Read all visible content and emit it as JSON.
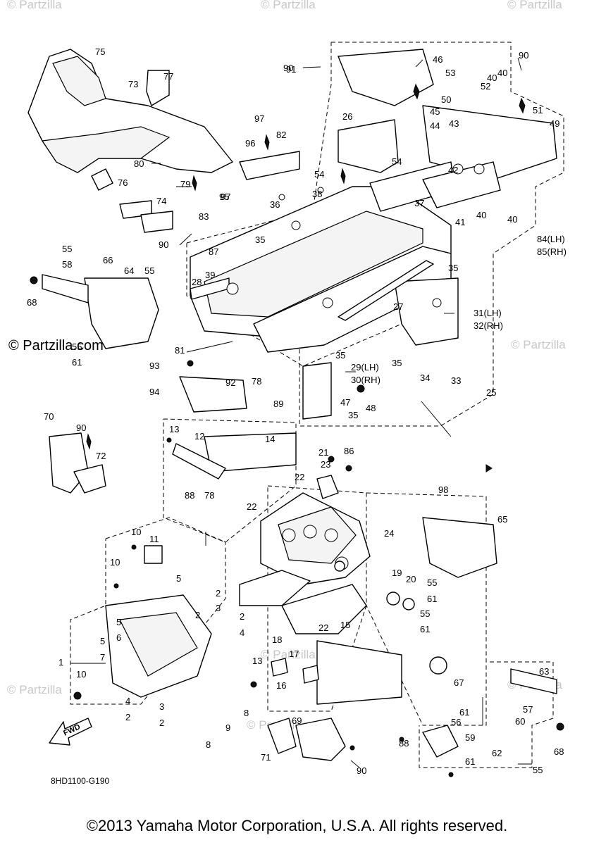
{
  "copyright": "©2013 Yamaha Motor Corporation, U.S.A. All rights reserved.",
  "diagram_code": "8HD1100-G190",
  "watermark_main": "© Partzilla.com",
  "watermark_faint": "© Partzilla",
  "fwd_label": "FWD",
  "callouts": [
    "1",
    "2",
    "3",
    "4",
    "5",
    "6",
    "7",
    "8",
    "9",
    "10",
    "11",
    "12",
    "13",
    "14",
    "15",
    "16",
    "17",
    "18",
    "19",
    "20",
    "21",
    "22",
    "23",
    "24",
    "25",
    "26",
    "27",
    "28",
    "29(LH)",
    "30(RH)",
    "31(LH)",
    "32(RH)",
    "33",
    "34",
    "35",
    "36",
    "37",
    "38",
    "39",
    "40",
    "41",
    "42",
    "43",
    "44",
    "45",
    "46",
    "47",
    "48",
    "49",
    "50",
    "51",
    "52",
    "53",
    "54",
    "55",
    "56",
    "57",
    "58",
    "59",
    "60",
    "61",
    "62",
    "63",
    "64",
    "65",
    "66",
    "67",
    "68",
    "69",
    "70",
    "71",
    "72",
    "73",
    "74",
    "75",
    "76",
    "77",
    "78",
    "79",
    "80",
    "81",
    "82",
    "83",
    "84(LH)",
    "85(RH)",
    "86",
    "87",
    "88",
    "89",
    "90",
    "91",
    "92",
    "93",
    "94",
    "95",
    "96",
    "97",
    "98"
  ]
}
